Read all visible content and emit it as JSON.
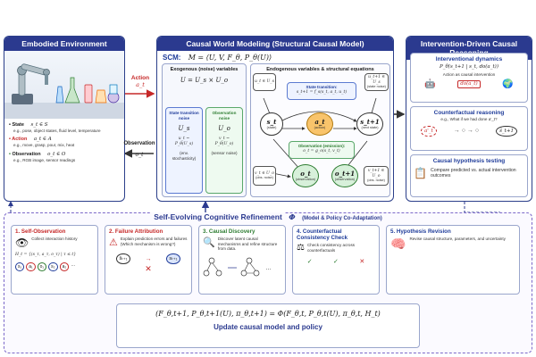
{
  "embodied": {
    "title": "Embodied Environment",
    "state_label": "State",
    "state_math": "s_t ∈ S",
    "state_desc": "e.g., pose, object states, fluid level, temperature",
    "action_label": "Action",
    "action_math": "a_t ∈ A",
    "action_desc": "e.g., move, grasp, pour, mix, heat",
    "obs_label": "Observation",
    "obs_math": "o_t ∈ O",
    "obs_desc": "e.g., RGB image, sensor readings"
  },
  "arrows": {
    "action": "Action",
    "action_sym": "a_t",
    "observation": "Observation",
    "obs_sym": "o_t"
  },
  "causal": {
    "title": "Causal World Modeling (Structural Causal Model)",
    "scm_label": "SCM:",
    "scm_eq": "M = ⟨U, V, F_θ, P_θ(U)⟩",
    "exo_title": "Exogenous (noise) variables",
    "exo_eq": "U = U_s × U_o",
    "st_noise_title": "State transition noise",
    "st_noise_sym": "U_s",
    "st_noise_eq": "u_t ~ P_θ(U_s)",
    "st_noise_note": "(env. stochasticity)",
    "obs_noise_title": "Observation noise",
    "obs_noise_sym": "U_o",
    "obs_noise_eq": "v_t ~ P_θ(U_o)",
    "obs_noise_note": "(sensor noise)",
    "endo_title": "Endogenous variables & structural equations",
    "trans_label": "State transition:",
    "trans_eq": "s_t+1 = f_s(s_t, a_t, u_t)",
    "obs_emit_label": "Observation (emission):",
    "obs_emit_eq": "o_t = g_o(s_t, v_t)",
    "node_ut": "u_t ∈ U_s",
    "node_ut1": "u_t+1 ∈ U_s",
    "node_ut1_note": "(state noise)",
    "node_st": "s_t",
    "node_st_note": "(state)",
    "node_at": "a_t",
    "node_at_note": "(action)",
    "node_st1": "s_t+1",
    "node_st1_note": "(next state)",
    "node_vt": "v_t ∈ U_o",
    "node_vt_note": "(obs. noise)",
    "node_vt1": "v_t+1 ∈ U_o",
    "node_vt1_note": "(obs. noise)",
    "node_ot": "o_t",
    "node_ot_note": "(observation)",
    "node_ot1": "o_t+1",
    "node_ot1_note": "(observation)"
  },
  "intervention": {
    "title": "Intervention-Driven Causal Reasoning",
    "dyn_title": "Interventional dynamics",
    "dyn_eq": "P_θ(s_t+1 | s_t, do(a_t))",
    "dyn_desc": "Action as causal intervention",
    "dyn_do": "do(a_t)",
    "cf_title": "Counterfactual reasoning",
    "cf_desc": "e.g., What if we had done a'_t?",
    "cf_sym_a": "a'_t",
    "cf_sym_s": "ŝ_t+1",
    "hyp_title": "Causal hypothesis testing",
    "hyp_desc": "Compare predicted vs. actual intervention outcomes"
  },
  "refine": {
    "title": "Self-Evolving Cognitive Refinement",
    "phi": "Φ",
    "subtitle": "(Model & Policy Co-Adaptation)",
    "steps": [
      {
        "title": "1. Self-Observation",
        "desc": "Collect interaction history",
        "extra": "H_t = {(s_τ, a_τ, o_τ) | τ ≤ t}"
      },
      {
        "title": "2. Failure Attribution",
        "desc": "Explain prediction errors and failures (Which mechanism is wrong?)",
        "extra": ""
      },
      {
        "title": "3. Causal Discovery",
        "desc": "Discover latent causal mechanisms and refine structure from data.",
        "extra": ""
      },
      {
        "title": "4. Counterfactual Consistency Check",
        "desc": "Check consistency across counterfactuals",
        "extra": ""
      },
      {
        "title": "5. Hypothesis Revision",
        "desc": "Revise causal structure, parameters, and uncertainty",
        "extra": ""
      }
    ],
    "update_eq": "(F_θ,t+1, P_θ,t+1(U), π_θ,t+1) = Φ(F_θ,t, P_θ,t(U), π_θ,t, H_t)",
    "update_label": "Update causal model and policy"
  },
  "colors": {
    "navy": "#2b3a8f",
    "red": "#c62828",
    "green": "#2e7d32",
    "orange": "#f5b041",
    "lightblue": "#e8eefb"
  }
}
